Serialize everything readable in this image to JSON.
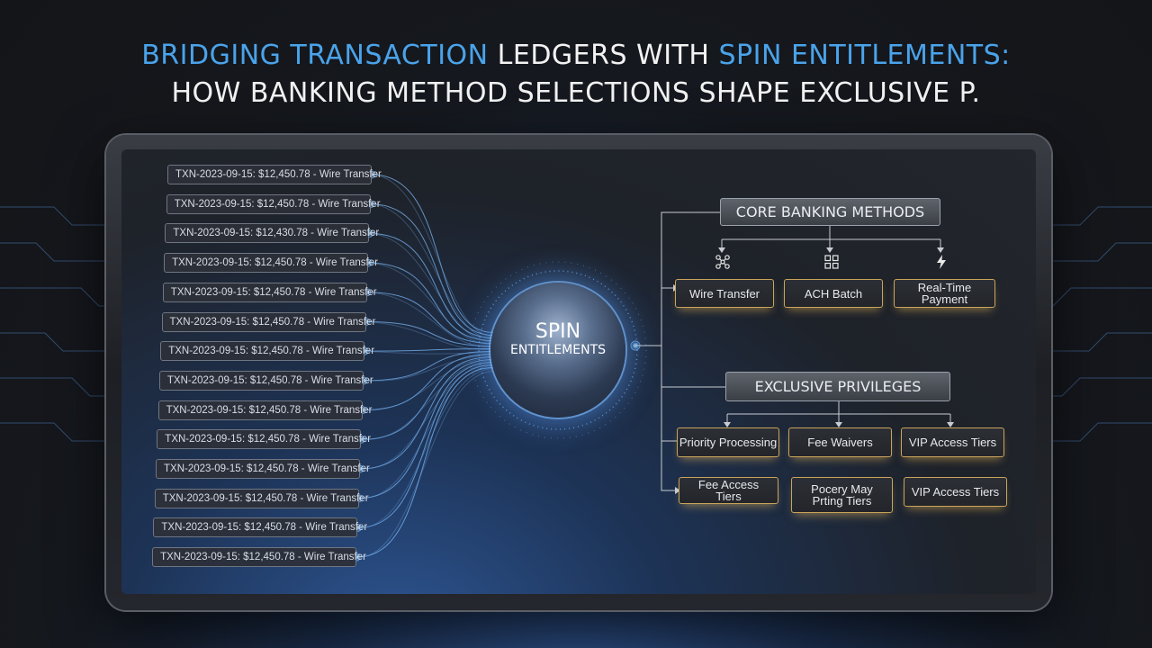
{
  "headline": {
    "line1_accent1": "BRIDGING TRANSACTION",
    "line1_plain": " LEDGERS WITH ",
    "line1_accent2": "SPIN ENTITLEMENTS:",
    "line2": "HOW BANKING METHOD SELECTIONS SHAPE EXCLUSIVE P."
  },
  "transactions": [
    "TXN-2023-09-15: $12,450.78 - Wire Transfer",
    "TXN-2023-09-15: $12,450.78 - Wire Transfer",
    "TXN-2023-09-15: $12,430.78 - Wire Transfer",
    "TXN-2023-09-15: $12,450.78 - Wire Transfer",
    "TXN-2023-09-15: $12,450.78 - Wire Transfer",
    "TXN-2023-09-15: $12,450.78 - Wire Transfer",
    "TXN-2023-09-15: $12,450.78 - Wire Transfer",
    "TXN-2023-09-15: $12,450.78 - Wire Transfer",
    "TXN-2023-09-15: $12,450.78 - Wire Transfer",
    "TXN-2023-09-15: $12,450.78 - Wire Transfer",
    "TXN-2023-09-15: $12,450.78 - Wire Transfer",
    "TXN-2023-09-15: $12,450.78 - Wire Transfer",
    "TXN-2023-09-15: $12,450.78 - Wire Transfer",
    "TXN-2023-09-15: $12,450.78 - Wire Transfer"
  ],
  "hub": {
    "line1": "SPIN",
    "line2": "ENTITLEMENTS"
  },
  "core_banking": {
    "title": "CORE BANKING METHODS",
    "methods": [
      "Wire Transfer",
      "ACH Batch",
      "Real-Time Payment"
    ],
    "icons": [
      "network-icon",
      "grid-icon",
      "lightning-icon"
    ]
  },
  "privileges": {
    "title": "EXCLUSIVE PRIVILEGES",
    "row1": [
      "Priority Processing",
      "Fee Waivers",
      "VIP Access Tiers"
    ],
    "row2": [
      "Fee Access Tiers",
      "Pocery May Prting Tiers",
      "VIP Access Tiers"
    ]
  },
  "colors": {
    "accent": "#4aa3ea",
    "node_border": "#c9a45c",
    "wire": "#7fbfff"
  }
}
